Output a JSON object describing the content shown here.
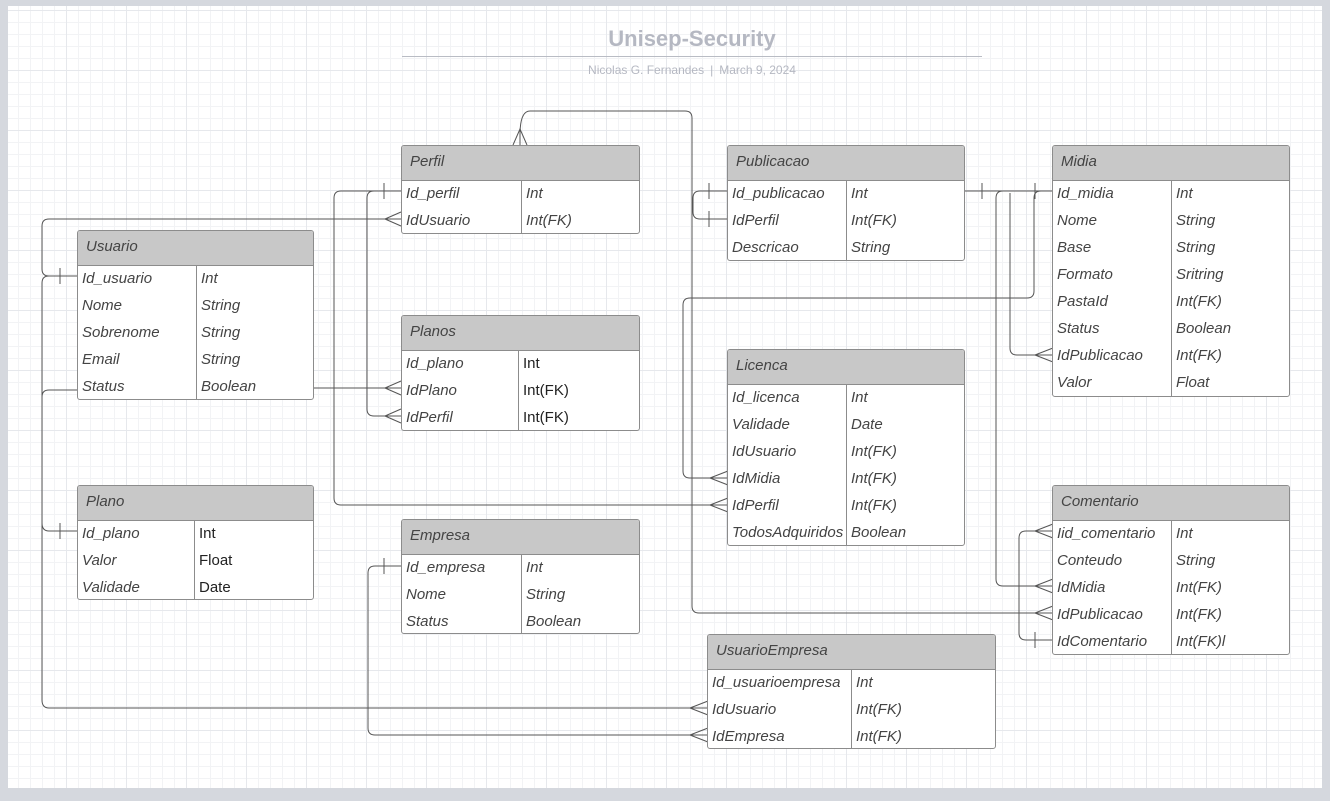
{
  "document": {
    "title": "Unisep-Security",
    "author": "Nicolas G. Fernandes",
    "separator": "|",
    "date": "March 9, 2024"
  },
  "entities": {
    "usuario": {
      "name": "Usuario",
      "rows": [
        [
          "Id_usuario",
          "Int"
        ],
        [
          "Nome",
          "String"
        ],
        [
          "Sobrenome",
          "String"
        ],
        [
          "Email",
          "String"
        ],
        [
          "Status",
          "Boolean"
        ]
      ]
    },
    "plano": {
      "name": "Plano",
      "rows": [
        [
          "Id_plano",
          "Int"
        ],
        [
          "Valor",
          "Float"
        ],
        [
          "Validade",
          "Date"
        ]
      ]
    },
    "perfil": {
      "name": "Perfil",
      "rows": [
        [
          "Id_perfil",
          "Int"
        ],
        [
          "IdUsuario",
          "Int(FK)"
        ]
      ]
    },
    "planos": {
      "name": "Planos",
      "rows": [
        [
          "Id_plano",
          "Int"
        ],
        [
          "IdPlano",
          "Int(FK)"
        ],
        [
          "IdPerfil",
          "Int(FK)"
        ]
      ]
    },
    "empresa": {
      "name": "Empresa",
      "rows": [
        [
          "Id_empresa",
          "Int"
        ],
        [
          "Nome",
          "String"
        ],
        [
          "Status",
          "Boolean"
        ]
      ]
    },
    "publicacao": {
      "name": "Publicacao",
      "rows": [
        [
          "Id_publicacao",
          "Int"
        ],
        [
          "IdPerfil",
          "Int(FK)"
        ],
        [
          "Descricao",
          "String"
        ]
      ]
    },
    "licenca": {
      "name": "Licenca",
      "rows": [
        [
          "Id_licenca",
          "Int"
        ],
        [
          "Validade",
          "Date"
        ],
        [
          "IdUsuario",
          "Int(FK)"
        ],
        [
          "IdMidia",
          "Int(FK)"
        ],
        [
          "IdPerfil",
          "Int(FK)"
        ],
        [
          "TodosAdquiridos",
          "Boolean"
        ]
      ]
    },
    "usuarioempresa": {
      "name": "UsuarioEmpresa",
      "rows": [
        [
          "Id_usuarioempresa",
          "Int"
        ],
        [
          "IdUsuario",
          "Int(FK)"
        ],
        [
          "IdEmpresa",
          "Int(FK)"
        ]
      ]
    },
    "midia": {
      "name": "Midia",
      "rows": [
        [
          "Id_midia",
          "Int"
        ],
        [
          "Nome",
          "String"
        ],
        [
          "Base",
          "String"
        ],
        [
          "Formato",
          "Sritring"
        ],
        [
          "PastaId",
          "Int(FK)"
        ],
        [
          "Status",
          "Boolean"
        ],
        [
          "IdPublicacao",
          "Int(FK)"
        ],
        [
          "Valor",
          "Float"
        ]
      ]
    },
    "comentario": {
      "name": "Comentario",
      "rows": [
        [
          "Iid_comentario",
          "Int"
        ],
        [
          "Conteudo",
          "String"
        ],
        [
          "IdMidia",
          "Int(FK)"
        ],
        [
          "IdPublicacao",
          "Int(FK)"
        ],
        [
          "IdComentario",
          "Int(FK)l"
        ]
      ]
    }
  }
}
